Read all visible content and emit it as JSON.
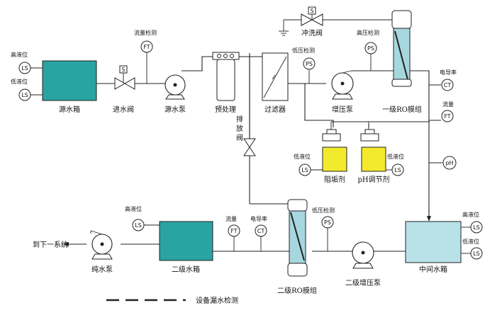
{
  "colors": {
    "tank_dark": "#2aa3a3",
    "tank_light": "#b8e2e8",
    "chem_yellow": "#f3ea2e",
    "ro_fill": "#a6d7df",
    "line": "#222222"
  },
  "labels": {
    "source_tank": "源水箱",
    "inlet_valve": "进水阀",
    "source_pump": "源水泵",
    "pretreat": "预处理",
    "filter": "过滤器",
    "booster_pump": "增压泵",
    "ro1": "一级RO膜组",
    "flush_valve": "冲洗阀",
    "drain_valve_1": "排",
    "drain_valve_2": "放",
    "drain_valve_3": "阀",
    "antiscalant": "阻垢剂",
    "ph_agent": "pH调节剂",
    "mid_tank": "中间水箱",
    "booster2": "二级增压泵",
    "ro2": "二级RO膜组",
    "tank2": "二级水箱",
    "pure_pump": "纯水泵",
    "to_next": "到下一系统",
    "leak_detect": "设备漏水检测"
  },
  "instruments": {
    "high_level_src": "高液位",
    "low_level_src": "低液位",
    "flow_detect_1": "流量检测",
    "low_p_detect_1": "低压检测",
    "high_p_detect": "高压检测",
    "conductivity_1": "电导率",
    "flow_1": "流量",
    "low_level_anti": "低液位",
    "low_level_ph": "低液位",
    "high_level_mid": "高液位",
    "low_level_mid": "低液位",
    "low_p_detect_2": "低压检测",
    "flow_2": "流量",
    "conductivity_2": "电导率",
    "high_level_tank2": "高液位"
  },
  "tags": {
    "ls": "LS",
    "ft": "FT",
    "ps": "PS",
    "ct": "CT",
    "ph": "pH",
    "s": "S"
  }
}
